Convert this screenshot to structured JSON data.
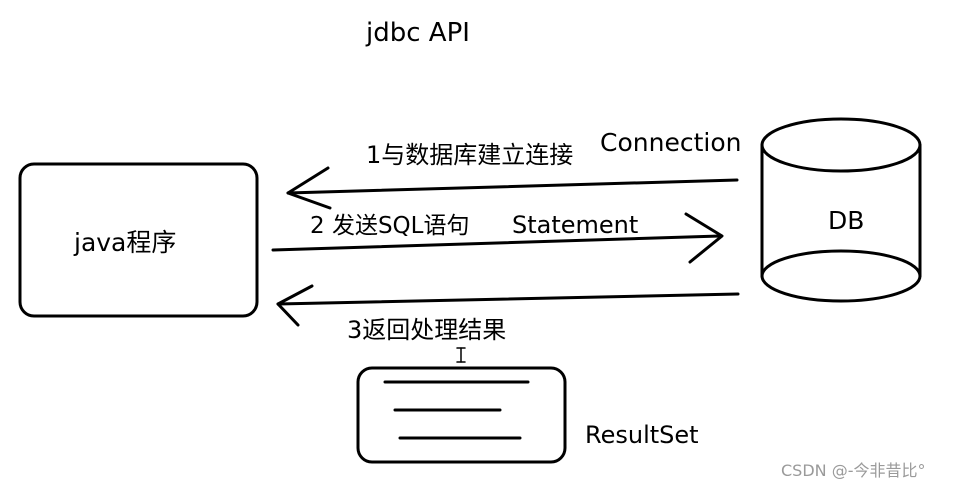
{
  "title": "jdbc API",
  "nodes": {
    "java_program": {
      "label": "java程序"
    },
    "database": {
      "label": "DB"
    },
    "result_set": {
      "label": "ResultSet"
    }
  },
  "arrows": {
    "connect": {
      "step": "1与数据库建立连接",
      "api": "Connection"
    },
    "send_sql": {
      "step": "2 发送SQL语句",
      "api": "Statement"
    },
    "return_result": {
      "step": "3返回处理结果"
    }
  },
  "watermark": "CSDN @-今非昔比°",
  "colors": {
    "stroke": "#000000",
    "background": "#ffffff",
    "watermark": "#9a9a9a"
  }
}
